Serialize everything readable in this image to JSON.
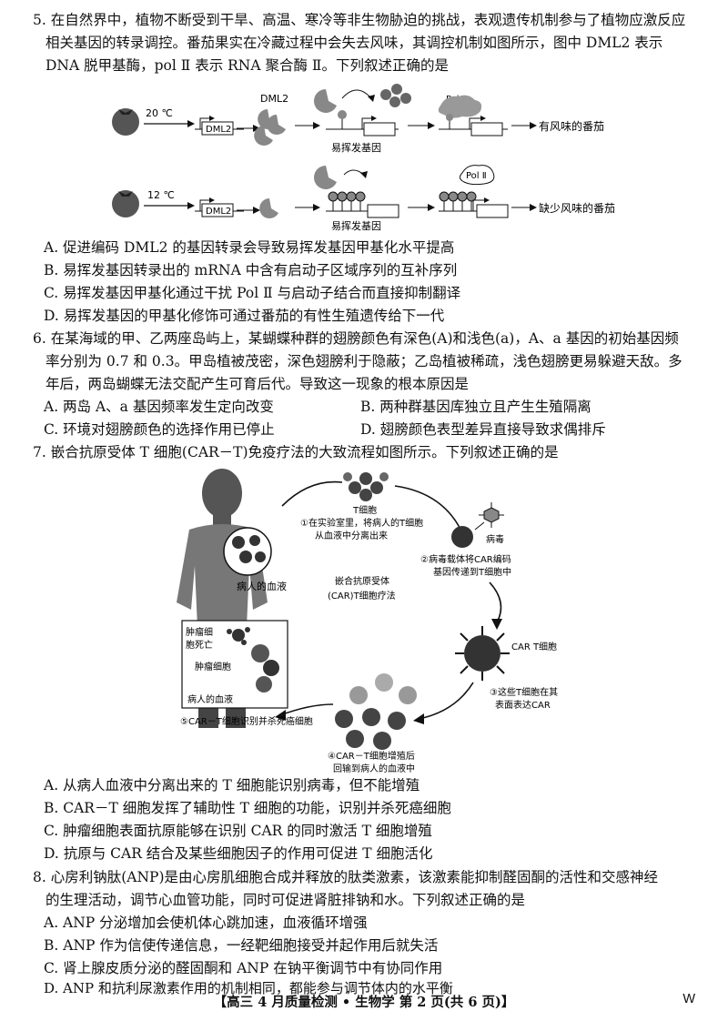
{
  "q5": {
    "lines": [
      "5. 在自然界中，植物不断受到干旱、高温、寒冷等非生物胁迫的挑战，表观遗传机制参与了植物应激反应",
      "相关基因的转录调控。番茄果实在冷藏过程中会失去风味，其调控机制如图所示，图中 DML2 表示",
      "DNA 脱甲基酶，pol Ⅱ 表示 RNA 聚合酶 Ⅱ。下列叙述正确的是"
    ],
    "figure": {
      "temp_top": "20 ℃",
      "temp_bottom": "12 ℃",
      "gene": "DML2",
      "enzyme_label": "DML2",
      "pol_label": "Pol Ⅱ",
      "volatile_gene": "易挥发基因",
      "result_top": "有风味的番茄",
      "result_bottom": "缺少风味的番茄"
    },
    "options": {
      "A": "A. 促进编码 DML2 的基因转录会导致易挥发基因甲基化水平提高",
      "B": "B. 易挥发基因转录出的 mRNA 中含有启动子区域序列的互补序列",
      "C": "C. 易挥发基因甲基化通过干扰 Pol Ⅱ 与启动子结合而直接抑制翻译",
      "D": "D. 易挥发基因的甲基化修饰可通过番茄的有性生殖遗传给下一代"
    }
  },
  "q6": {
    "lines": [
      "6. 在某海域的甲、乙两座岛屿上，某蝴蝶种群的翅膀颜色有深色(A)和浅色(a)，A、a 基因的初始基因频",
      "率分别为 0.7 和 0.3。甲岛植被茂密，深色翅膀利于隐蔽；乙岛植被稀疏，浅色翅膀更易躲避天敌。多",
      "年后，两岛蝴蝶无法交配产生可育后代。导致这一现象的根本原因是"
    ],
    "options": {
      "A": "A. 两岛 A、a 基因频率发生定向改变",
      "B": "B. 两种群基因库独立且产生生殖隔离",
      "C": "C. 环境对翅膀颜色的选择作用已停止",
      "D": "D. 翅膀颜色表型差异直接导致求偶排斥"
    }
  },
  "q7": {
    "lines": [
      "7. 嵌合抗原受体 T 细胞(CAR－T)免疫疗法的大致流程如图所示。下列叙述正确的是"
    ],
    "figure": {
      "t_cell": "T细胞",
      "step1a": "①在实验室里，将病人的T细胞",
      "step1b": "从血液中分离出来",
      "virus": "病毒",
      "step2a": "②病毒载体将CAR编码",
      "step2b": "基因传递到T细胞中",
      "car_t": "CAR  T细胞",
      "step3a": "③这些T细胞在其",
      "step3b": "表面表达CAR",
      "step4a": "④CAR－T细胞增殖后",
      "step4b": "回输到病人的血液中",
      "step5": "⑤CAR－T细胞识别并杀死癌细胞",
      "center_a": "嵌合抗原受体",
      "center_b": "(CAR)T细胞疗法",
      "patient_blood": "病人的血液",
      "tumor_death_a": "肿瘤细",
      "tumor_death_b": "胞死亡",
      "tumor_cell": "肿瘤细胞",
      "patient_blood2": "病人的血液"
    },
    "options": {
      "A": "A. 从病人血液中分离出来的 T 细胞能识别病毒，但不能增殖",
      "B": "B. CAR－T 细胞发挥了辅助性 T 细胞的功能，识别并杀死癌细胞",
      "C": "C. 肿瘤细胞表面抗原能够在识别 CAR 的同时激活 T 细胞增殖",
      "D": "D. 抗原与 CAR 结合及某些细胞因子的作用可促进 T 细胞活化"
    }
  },
  "q8": {
    "lines": [
      "8. 心房利钠肽(ANP)是由心房肌细胞合成并释放的肽类激素，该激素能抑制醛固酮的活性和交感神经",
      "的生理活动，调节心血管功能，同时可促进肾脏排钠和水。下列叙述正确的是"
    ],
    "options": {
      "A": "A. ANP 分泌增加会使机体心跳加速，血液循环增强",
      "B": "B. ANP 作为信使传递信息，一经靶细胞接受并起作用后就失活",
      "C": "C. 肾上腺皮质分泌的醛固酮和 ANP 在钠平衡调节中有协同作用",
      "D": "D. ANP 和抗利尿激素作用的机制相同，都能参与调节体内的水平衡"
    }
  },
  "footer": {
    "text": "【高三 4 月质量检测 • 生物学   第 2 页(共 6 页)】",
    "corner": "W"
  }
}
